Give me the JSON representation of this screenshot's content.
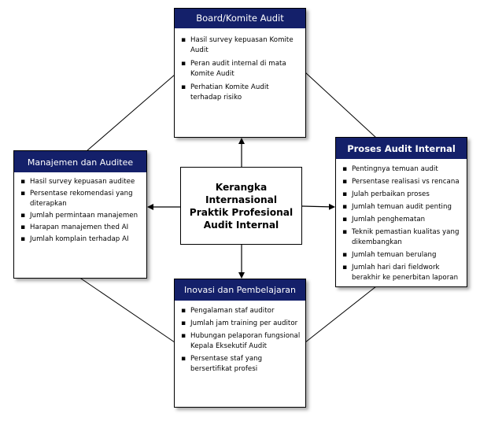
{
  "center": {
    "title": "Kerangka Internasional Praktik Profesional Audit Internal"
  },
  "boxes": {
    "board": {
      "title": "Board/Komite Audit",
      "items": [
        "Hasil survey kepuasan Komite Audit",
        "Peran audit internal di mata Komite Audit",
        "Perhatian Komite Audit terhadap risiko"
      ]
    },
    "manajemen": {
      "title": "Manajemen dan Auditee",
      "items": [
        "Hasil survey kepuasan auditee",
        "Persentase rekomendasi yang diterapkan",
        "Jumlah permintaan manajemen",
        "Harapan manajemen thed AI",
        "Jumlah komplain terhadap AI"
      ]
    },
    "proses": {
      "title": "Proses Audit Internal",
      "items": [
        "Pentingnya temuan audit",
        "Persentase realisasi vs rencana",
        "Julah perbaikan proses",
        "Jumlah temuan audit penting",
        "Jumlah penghematan",
        "Teknik pemastian kualitas yang dikembangkan",
        "Jumlah temuan berulang",
        "Jumlah hari dari fieldwork berakhir ke penerbitan laporan"
      ]
    },
    "inovasi": {
      "title": "Inovasi dan Pembelajaran",
      "items": [
        "Pengalaman staf auditor",
        "Jumlah jam training per auditor",
        "Hubungan pelaporan fungsional Kepala Eksekutif Audit",
        "Persentase staf yang bersertifikat profesi"
      ]
    }
  },
  "colors": {
    "header_bg": "#14206a",
    "header_text": "#ffffff",
    "line": "#000000"
  }
}
